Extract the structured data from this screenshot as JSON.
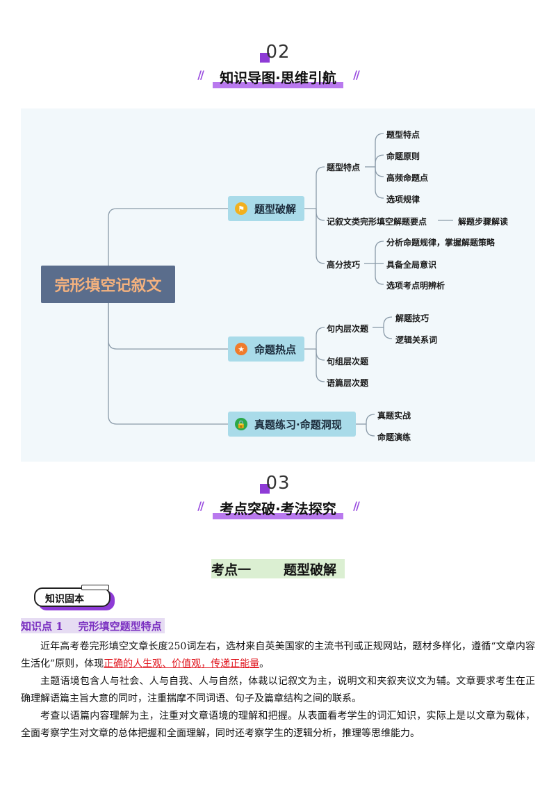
{
  "section2": {
    "number": "02",
    "title": "知识导图·思维引航"
  },
  "mindmap": {
    "root": "完形填空记叙文",
    "branch1": {
      "label": "题型破解",
      "sub1": {
        "label": "题型特点",
        "leaves": [
          "题型特点",
          "命题原则",
          "高频命题点",
          "选项规律"
        ]
      },
      "sub2": {
        "label": "记叙文类完形填空解题要点",
        "leaf": "解题步骤解读"
      },
      "sub3": {
        "label": "高分技巧",
        "leaves": [
          "分析命题规律，掌握解题策略",
          "具备全局意识",
          "选项考点明辨析"
        ]
      }
    },
    "branch2": {
      "label": "命题热点",
      "sub1": {
        "label": "句内层次题",
        "leaves": [
          "解题技巧",
          "逻辑关系词"
        ]
      },
      "sub2": {
        "label": "句组层次题"
      },
      "sub3": {
        "label": "语篇层次题"
      }
    },
    "branch3": {
      "label": "真题练习·命题洞现",
      "leaves": [
        "真题实战",
        "命题演练"
      ]
    },
    "icons": [
      "flag-icon",
      "star-icon",
      "lock-icon"
    ]
  },
  "section3": {
    "number": "03",
    "title": "考点突破·考法探究"
  },
  "kaodian": {
    "title_a": "考点一",
    "title_b": "题型破解"
  },
  "badge": "知识固本",
  "knowledge_point": {
    "label": "知识点 1",
    "title": "完形填空题型特点"
  },
  "paragraphs": {
    "p1_a": "近年高考卷完形填空文章长度250词左右，选材来自英美国家的主流书刊或正规网站，题材多样化，遵循“文章内容生活化”原则，体现",
    "p1_red": "正确的人生观、价值观，传递正能量",
    "p1_b": "。",
    "p2": "主题语境包含人与社会、人与自我、人与自然，体裁以记叙文为主，说明文和夹叙夹议文为辅。文章要求考生在正确理解语篇主旨大意的同时，注重揣摩不同词语、句子及篇章结构之间的联系。",
    "p3": "考查以语篇内容理解为主，注重对文章语境的理解和把握。从表面看考学生的词汇知识，实际上是以文章为载体，全面考察学生对文章的总体把握和全面理解，同时还考察学生的逻辑分析，推理等思维能力。"
  },
  "colors": {
    "accent": "#8e3bd6",
    "underline": "#b979ee",
    "branch": "#a9dbe9",
    "root": "#5a6d8c",
    "root_text": "#f5b27e"
  }
}
